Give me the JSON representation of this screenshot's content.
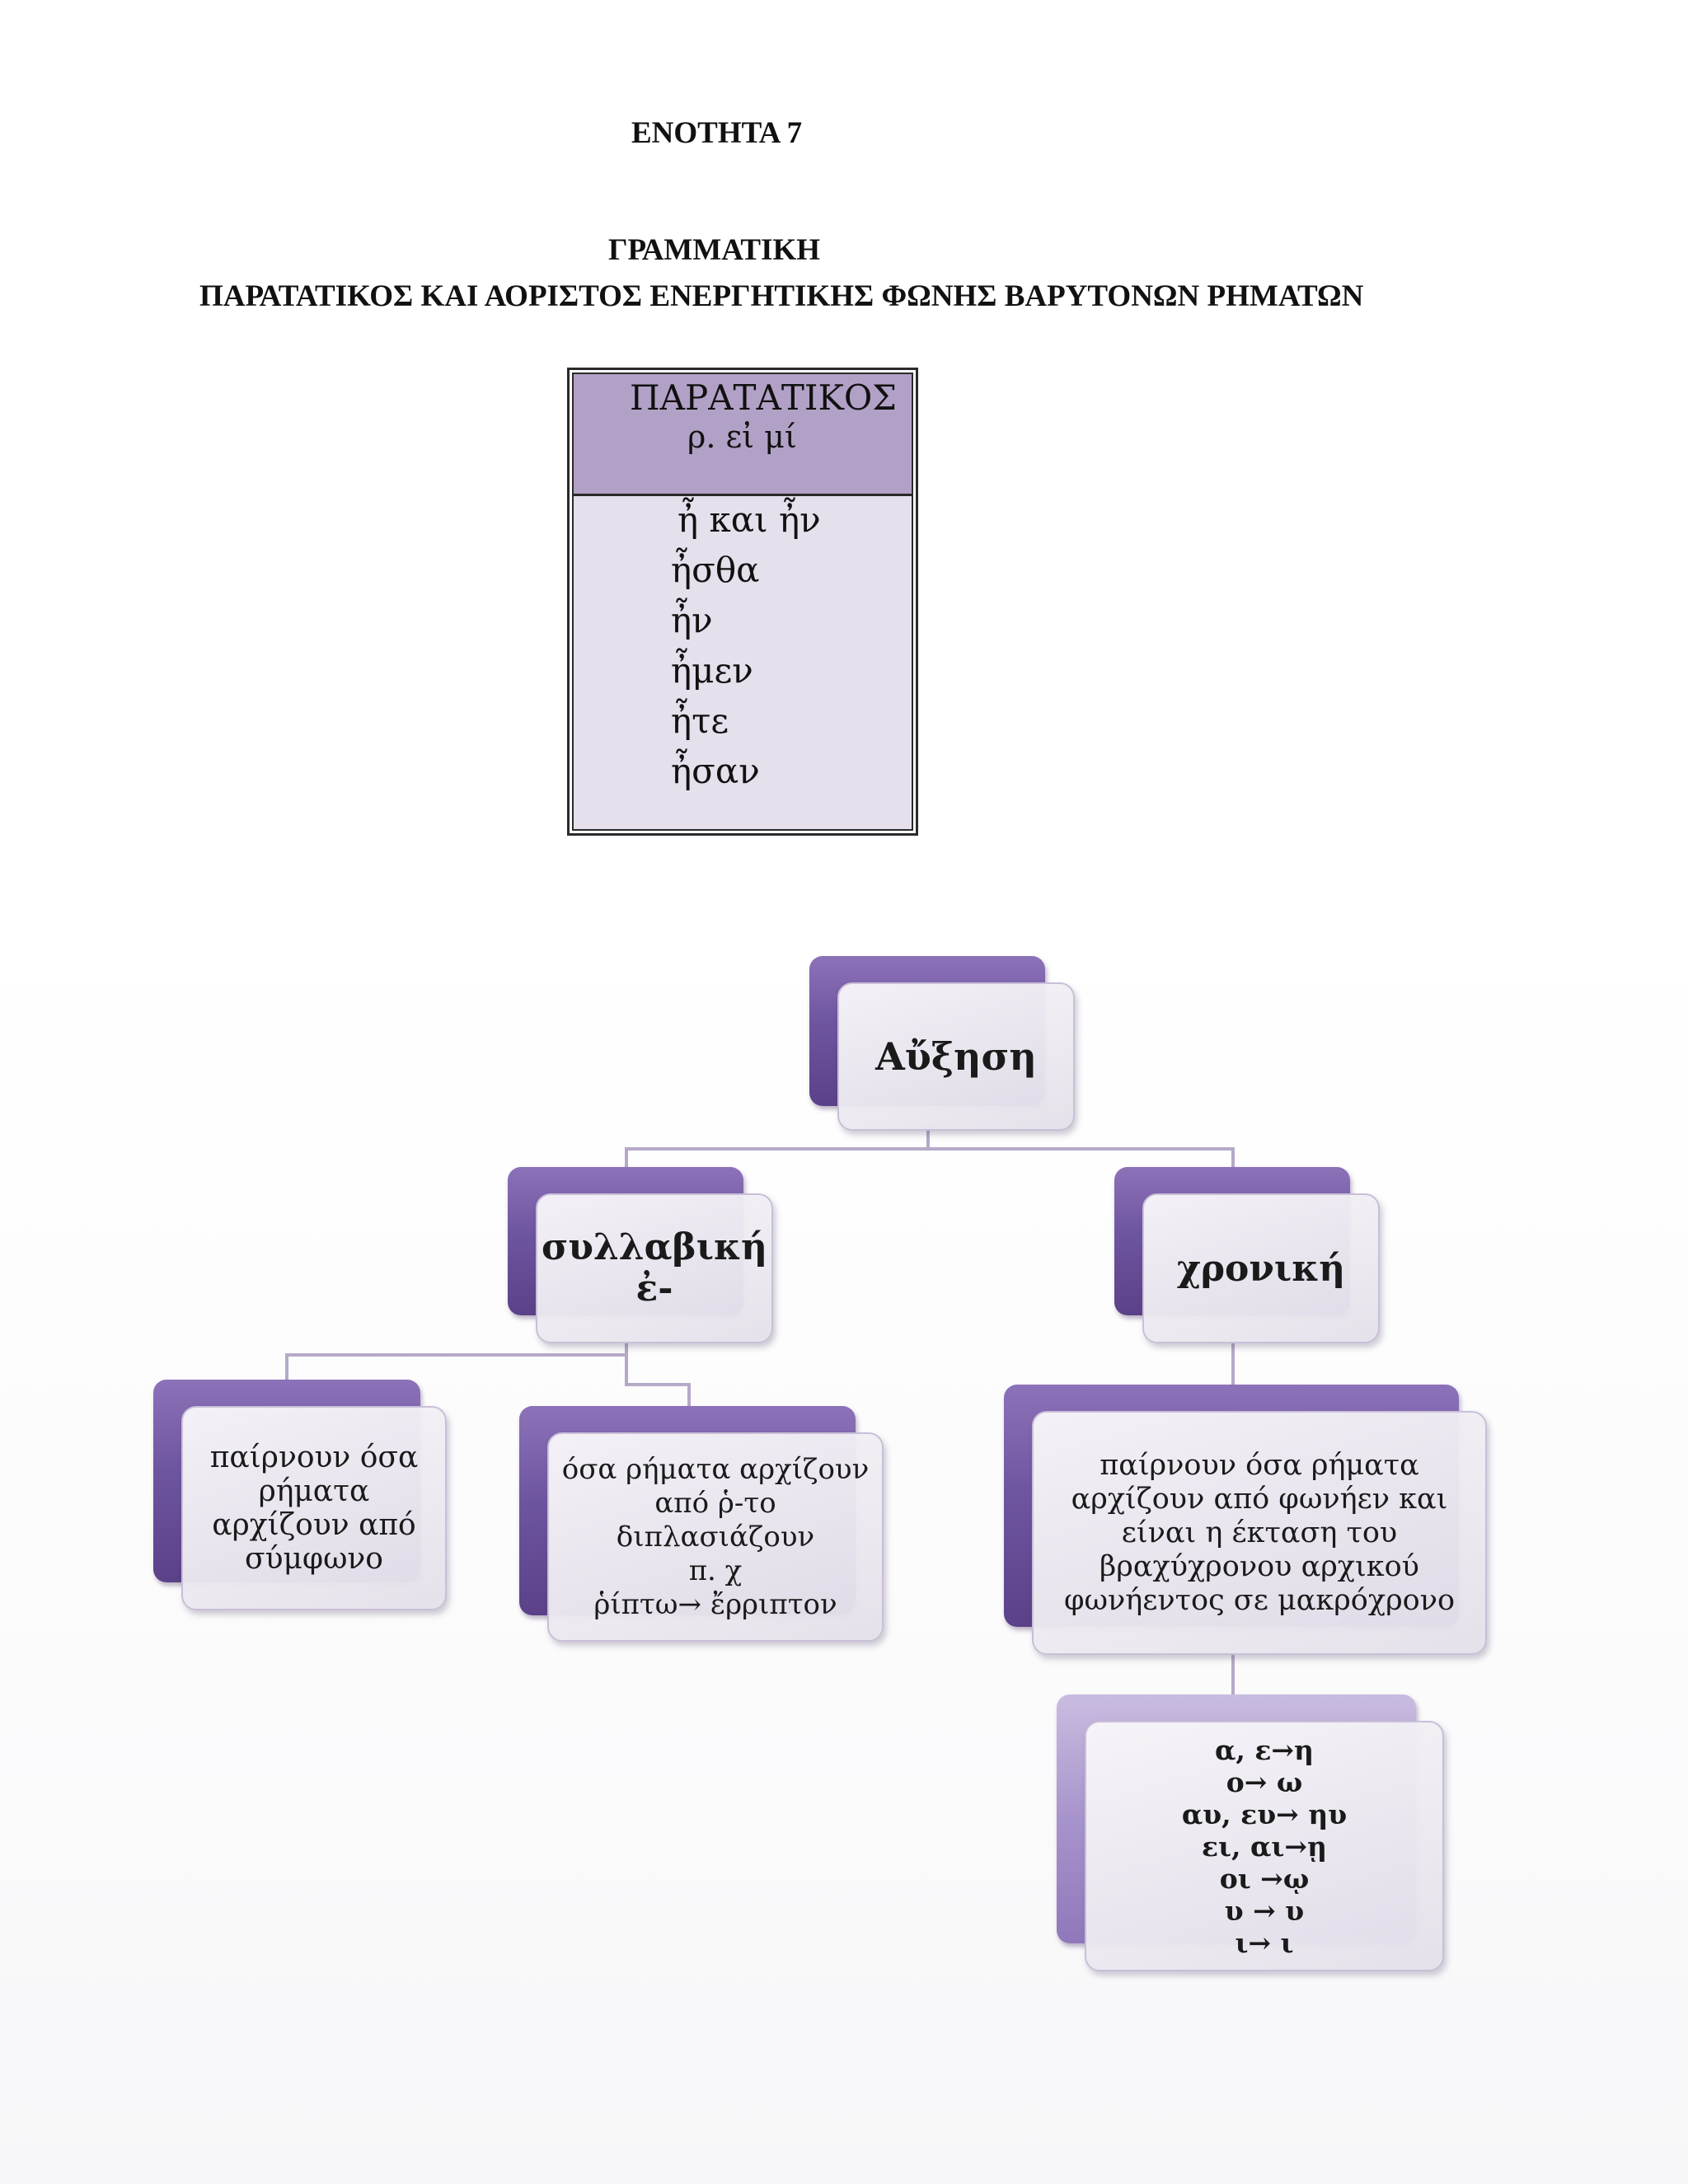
{
  "header": {
    "unit": "ΕΝΟΤΗΤΑ 7",
    "section": "ΓΡΑΜΜΑΤΙΚΗ",
    "subtitle": "ΠΑΡΑΤΑΤΙΚΟΣ ΚΑΙ ΑΟΡΙΣΤΟΣ ΕΝΕΡΓΗΤΙΚΗΣ ΦΩΝΗΣ ΒΑΡΥΤΟΝΩΝ ΡΗΜΑΤΩΝ"
  },
  "conjugation_table": {
    "title": "ΠΑΡΑΤΑΤΙΚΟΣ",
    "verb": "ρ. εἰ μί",
    "forms": [
      "ἦ και ἦν",
      "ἦσθα",
      "ἦν",
      "ἦμεν",
      "ἦτε",
      "ἦσαν"
    ]
  },
  "diagram": {
    "root": "Αὔξηση",
    "syllabic": "συλλαβική\nἐ-",
    "temporal": "χρονική",
    "syllabic_consonant": "παίρνουν όσα\nρήματα\nαρχίζουν από\nσύμφωνο",
    "syllabic_rho": "όσα ρήματα αρχίζουν\nαπό ῥ-το\nδιπλασιάζουν\nπ. χ\nῥίπτω→ ἔρριπτον",
    "temporal_desc": "παίρνουν όσα ρήματα\nαρχίζουν από φωνήεν και\nείναι η έκταση του\nβραχύχρονου αρχικού\nφωνήεντος σε μακρόχρονο",
    "temporal_changes": "α, ε→η\nο→ ω\nαυ, ευ→ ηυ\nει, αι→ῃ\nοι →ῳ\nυ → υ\nι→ ι"
  },
  "colors": {
    "table_header": "#b2a1c7",
    "table_body": "#e5e0ec",
    "node_purple": "#6e55a0",
    "connector": "#b6a9c8"
  }
}
